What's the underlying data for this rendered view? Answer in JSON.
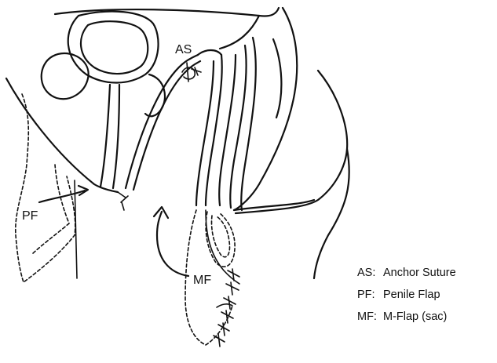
{
  "labels": {
    "as": "AS",
    "pf": "PF",
    "mf": "MF"
  },
  "legend": [
    {
      "abbr": "AS:",
      "text": "Anchor Suture"
    },
    {
      "abbr": "PF:",
      "text": "Penile Flap"
    },
    {
      "abbr": "MF:",
      "text": "M-Flap (sac)"
    }
  ],
  "colors": {
    "ink": "#111111",
    "background": "#ffffff"
  }
}
